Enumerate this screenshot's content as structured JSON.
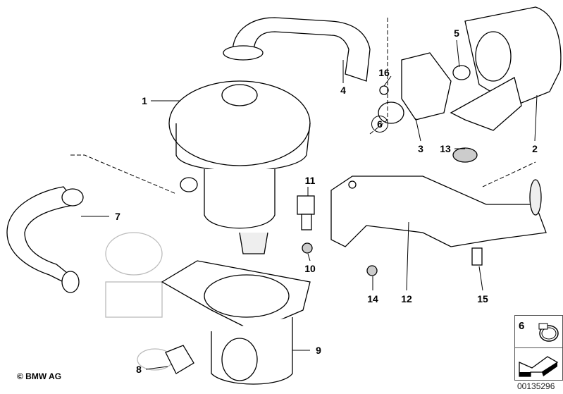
{
  "diagram": {
    "title": "Secondary air pump",
    "labels": [
      {
        "id": "1",
        "text": "1"
      },
      {
        "id": "2",
        "text": "2"
      },
      {
        "id": "3",
        "text": "3"
      },
      {
        "id": "4",
        "text": "4"
      },
      {
        "id": "5",
        "text": "5"
      },
      {
        "id": "6",
        "text": "6"
      },
      {
        "id": "7",
        "text": "7"
      },
      {
        "id": "8",
        "text": "8"
      },
      {
        "id": "9",
        "text": "9"
      },
      {
        "id": "10",
        "text": "10"
      },
      {
        "id": "11",
        "text": "11"
      },
      {
        "id": "12",
        "text": "12"
      },
      {
        "id": "13",
        "text": "13"
      },
      {
        "id": "14",
        "text": "14"
      },
      {
        "id": "15",
        "text": "15"
      },
      {
        "id": "16",
        "text": "16"
      }
    ],
    "kit_box": {
      "number": "6"
    },
    "copyright": "© BMW AG",
    "image_code": "00135296"
  }
}
